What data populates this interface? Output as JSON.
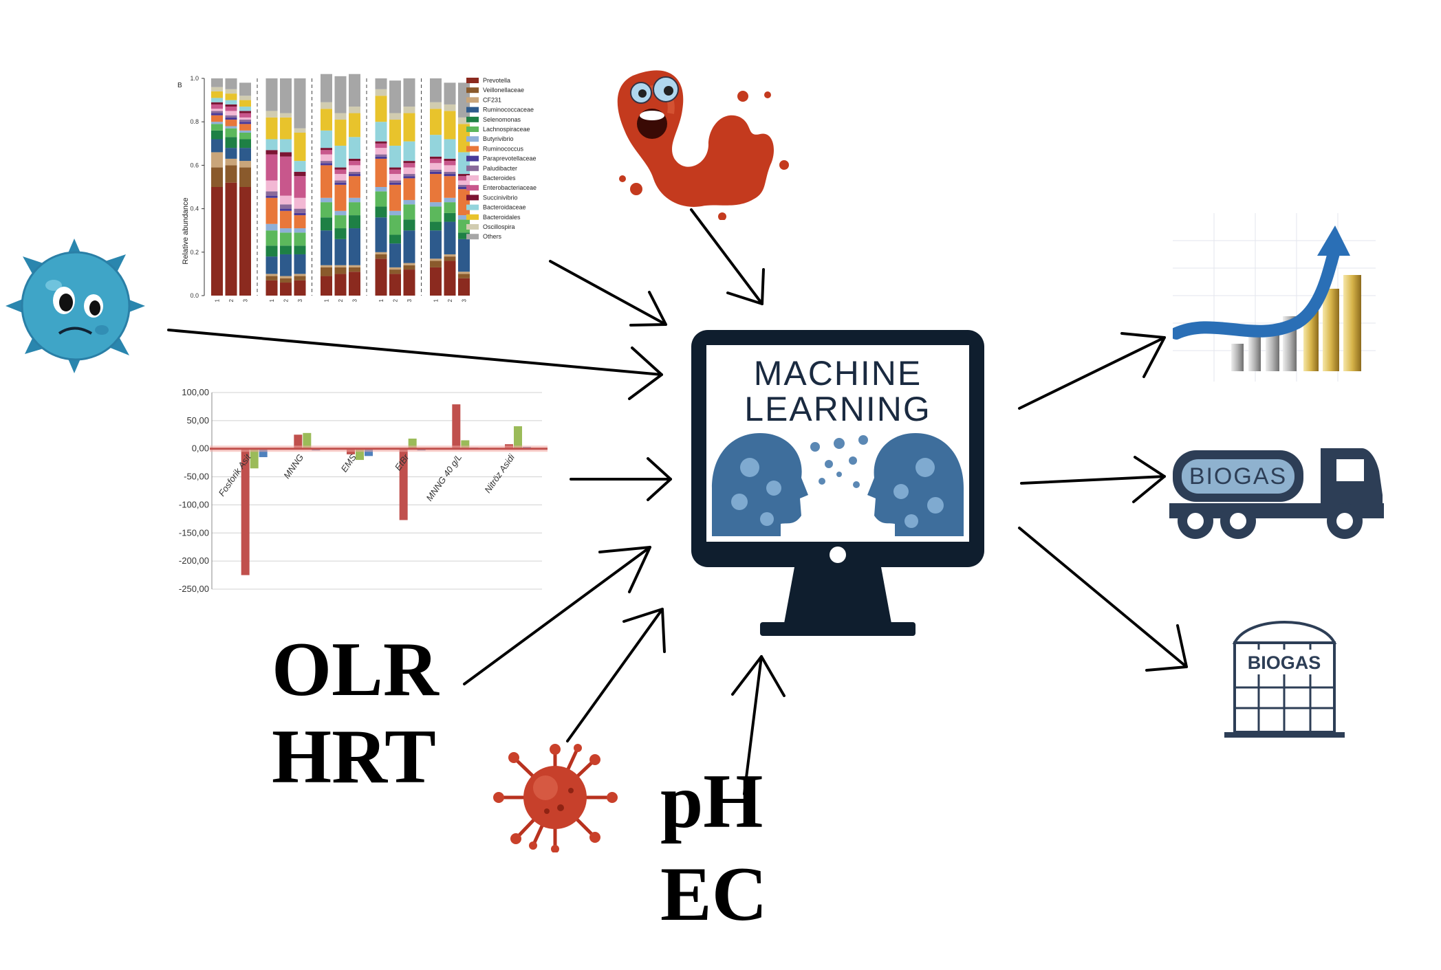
{
  "labels": {
    "olr": "OLR",
    "hrt": "HRT",
    "ph": "pH",
    "ec": "EC"
  },
  "monitor": {
    "line1": "MACHINE",
    "line2": "LEARNING"
  },
  "truck": {
    "label": "BIOGAS"
  },
  "tank": {
    "label": "BIOGAS"
  },
  "colors": {
    "monitor": "#0f1e2e",
    "biogas_navy": "#2d3e56",
    "bacteria_blue": "#3fa5c7",
    "microbe_red": "#c43a1e",
    "arrow_blue": "#2a6fb6",
    "gold": "#d7b44a"
  },
  "chart_data": [
    {
      "type": "bar",
      "stacked": true,
      "panel_label": "B",
      "ylabel": "Relative abundance",
      "ylim": [
        0,
        1.0
      ],
      "yticks": [
        "0.0",
        "0.2",
        "0.4",
        "0.6",
        "0.8",
        "1.0"
      ],
      "categories": [
        "1",
        "2",
        "3",
        "1",
        "2",
        "3",
        "1",
        "2",
        "3",
        "1",
        "2",
        "3",
        "1",
        "2",
        "3"
      ],
      "groups": 5,
      "series": [
        {
          "name": "Prevotella",
          "color": "#8b2a1f",
          "values": [
            0.5,
            0.52,
            0.5,
            0.07,
            0.06,
            0.07,
            0.09,
            0.1,
            0.11,
            0.17,
            0.1,
            0.12,
            0.13,
            0.16,
            0.08
          ]
        },
        {
          "name": "Veillonellaceae",
          "color": "#8a5a2c",
          "values": [
            0.09,
            0.08,
            0.09,
            0.02,
            0.02,
            0.02,
            0.04,
            0.03,
            0.02,
            0.02,
            0.02,
            0.02,
            0.03,
            0.02,
            0.02
          ]
        },
        {
          "name": "CF231",
          "color": "#c9a57a",
          "values": [
            0.07,
            0.03,
            0.03,
            0.01,
            0.01,
            0.01,
            0.01,
            0.01,
            0.01,
            0.01,
            0.01,
            0.01,
            0.01,
            0.01,
            0.01
          ]
        },
        {
          "name": "Ruminococcaceae",
          "color": "#2d5a8c",
          "values": [
            0.06,
            0.05,
            0.06,
            0.08,
            0.1,
            0.09,
            0.16,
            0.12,
            0.17,
            0.16,
            0.11,
            0.15,
            0.13,
            0.15,
            0.15
          ]
        },
        {
          "name": "Selenomonas",
          "color": "#1e8045",
          "values": [
            0.04,
            0.05,
            0.04,
            0.05,
            0.04,
            0.04,
            0.06,
            0.05,
            0.06,
            0.05,
            0.04,
            0.05,
            0.04,
            0.04,
            0.03
          ]
        },
        {
          "name": "Lachnospiraceae",
          "color": "#5cb85c",
          "values": [
            0.03,
            0.04,
            0.03,
            0.07,
            0.06,
            0.06,
            0.07,
            0.06,
            0.06,
            0.07,
            0.09,
            0.07,
            0.07,
            0.05,
            0.06
          ]
        },
        {
          "name": "Butyrivibrio",
          "color": "#8fb0d8",
          "values": [
            0.01,
            0.01,
            0.01,
            0.03,
            0.02,
            0.02,
            0.02,
            0.02,
            0.02,
            0.02,
            0.02,
            0.02,
            0.02,
            0.02,
            0.02
          ]
        },
        {
          "name": "Ruminococcus",
          "color": "#e8773a",
          "values": [
            0.03,
            0.03,
            0.03,
            0.12,
            0.08,
            0.06,
            0.15,
            0.12,
            0.1,
            0.13,
            0.12,
            0.1,
            0.13,
            0.1,
            0.12
          ]
        },
        {
          "name": "Paraprevotellaceae",
          "color": "#4a3a99",
          "values": [
            0.01,
            0.01,
            0.01,
            0.01,
            0.01,
            0.01,
            0.01,
            0.01,
            0.01,
            0.01,
            0.01,
            0.01,
            0.01,
            0.01,
            0.01
          ]
        },
        {
          "name": "Paludibacter",
          "color": "#8a6a9a",
          "values": [
            0.01,
            0.01,
            0.01,
            0.02,
            0.02,
            0.02,
            0.01,
            0.01,
            0.01,
            0.01,
            0.01,
            0.01,
            0.01,
            0.01,
            0.01
          ]
        },
        {
          "name": "Bacteroides",
          "color": "#f2b8d4",
          "values": [
            0.01,
            0.02,
            0.01,
            0.05,
            0.04,
            0.05,
            0.03,
            0.03,
            0.03,
            0.03,
            0.03,
            0.03,
            0.03,
            0.03,
            0.02
          ]
        },
        {
          "name": "Enterobacteriaceae",
          "color": "#c8578c",
          "values": [
            0.02,
            0.02,
            0.02,
            0.12,
            0.18,
            0.1,
            0.02,
            0.02,
            0.02,
            0.02,
            0.02,
            0.02,
            0.02,
            0.02,
            0.02
          ]
        },
        {
          "name": "Succinivibrio",
          "color": "#7b1433",
          "values": [
            0.01,
            0.01,
            0.01,
            0.02,
            0.02,
            0.02,
            0.01,
            0.01,
            0.01,
            0.01,
            0.01,
            0.01,
            0.01,
            0.01,
            0.01
          ]
        },
        {
          "name": "Bacteroidaceae",
          "color": "#93d4dc",
          "values": [
            0.02,
            0.02,
            0.02,
            0.05,
            0.06,
            0.05,
            0.08,
            0.1,
            0.1,
            0.09,
            0.1,
            0.09,
            0.1,
            0.09,
            0.1
          ]
        },
        {
          "name": "Bacteroidales",
          "color": "#e8c32c",
          "values": [
            0.03,
            0.03,
            0.03,
            0.1,
            0.1,
            0.13,
            0.1,
            0.12,
            0.11,
            0.12,
            0.12,
            0.13,
            0.12,
            0.13,
            0.13
          ]
        },
        {
          "name": "Oscillospira",
          "color": "#d1ccb0",
          "values": [
            0.02,
            0.02,
            0.02,
            0.03,
            0.02,
            0.02,
            0.03,
            0.03,
            0.03,
            0.03,
            0.03,
            0.03,
            0.03,
            0.03,
            0.03
          ]
        },
        {
          "name": "Others",
          "color": "#a6a6a6",
          "values": [
            0.04,
            0.05,
            0.06,
            0.15,
            0.16,
            0.23,
            0.13,
            0.17,
            0.15,
            0.05,
            0.15,
            0.13,
            0.11,
            0.1,
            0.16
          ]
        }
      ]
    },
    {
      "type": "bar",
      "ylim": [
        -250,
        100
      ],
      "yticks": [
        "100,00",
        "50,00",
        "0,00",
        "-50,00",
        "-100,00",
        "-150,00",
        "-200,00",
        "-250,00"
      ],
      "categories": [
        "Fosforik Asit",
        "MNNG",
        "EMS",
        "EtBr",
        "MNNG 40 g/L",
        "Nitröz Asidi"
      ],
      "series": [
        {
          "color": "#c0504d",
          "values": [
            -225,
            25,
            -10,
            -127,
            79,
            8
          ]
        },
        {
          "color": "#9bbb59",
          "values": [
            -35,
            28,
            -20,
            18,
            15,
            40
          ]
        },
        {
          "color": "#4f81bd",
          "values": [
            -15,
            -3,
            -13,
            -3,
            2,
            3
          ]
        }
      ]
    }
  ]
}
